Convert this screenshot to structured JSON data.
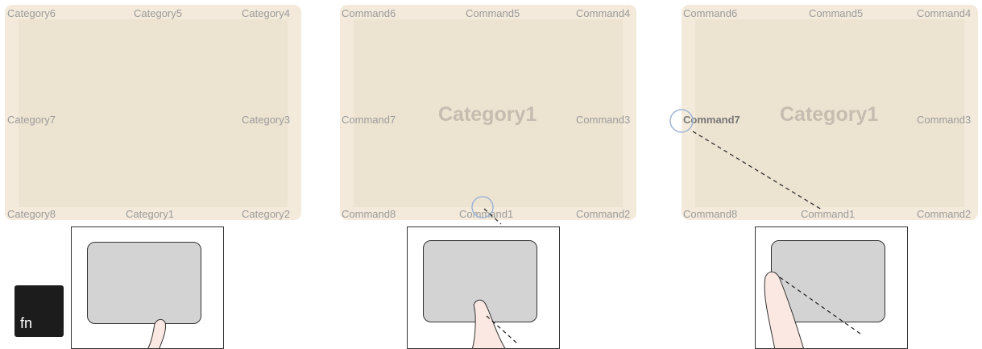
{
  "panel1": {
    "labels": {
      "top_left": "Category6",
      "top_center": "Category5",
      "top_right": "Category4",
      "mid_left": "Category7",
      "mid_right": "Category3",
      "bottom_left": "Category8",
      "bottom_center": "Category1",
      "bottom_right": "Category2"
    }
  },
  "panel2": {
    "center_title": "Category1",
    "labels": {
      "top_left": "Command6",
      "top_center": "Command5",
      "top_right": "Command4",
      "mid_left": "Command7",
      "mid_right": "Command3",
      "bottom_left": "Command8",
      "bottom_center": "Command1",
      "bottom_right": "Command2"
    }
  },
  "panel3": {
    "center_title": "Category1",
    "labels": {
      "top_left": "Command6",
      "top_center": "Command5",
      "top_right": "Command4",
      "mid_left": "Command7",
      "mid_right": "Command3",
      "bottom_left": "Command8",
      "bottom_center": "Command1",
      "bottom_right": "Command2"
    }
  },
  "fn_key": {
    "label": "fn"
  },
  "colors": {
    "panel_outer": "#f3eadb",
    "panel_inner": "#ede3d1",
    "label": "#9b9b9b",
    "cursor_ring": "#9fb5d6",
    "touchpad": "#d3d3d3",
    "finger": "#fbe8e3",
    "fn_key": "#1c1c1c"
  }
}
